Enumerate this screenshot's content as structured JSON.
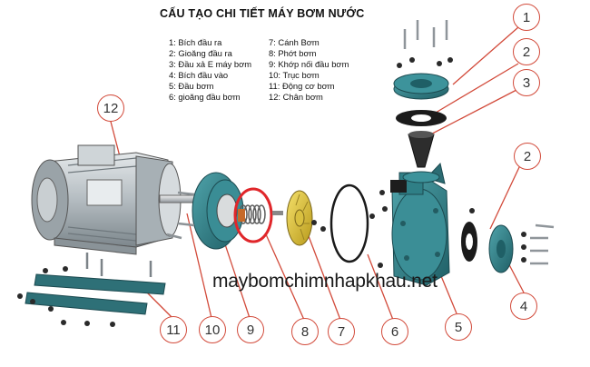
{
  "title": "CẤU TẠO CHI TIẾT MÁY BƠM NƯỚC",
  "legend": [
    "1: Bích đầu ra",
    "2: Gioăng đầu ra",
    "3: Đầu xả E máy bơm",
    "4: Bích đầu vào",
    "5: Đầu bơm",
    "6: gioăng đầu bơm",
    "7: Cánh Bơm",
    "8:  Phớt bơm",
    "9: Khớp nối đầu bơm",
    "10: Trục bơm",
    "11: Động cơ bơm",
    "12: Chân bơm"
  ],
  "callouts": [
    "1",
    "2",
    "3",
    "2",
    "4",
    "5",
    "6",
    "7",
    "8",
    "9",
    "10",
    "11",
    "12"
  ],
  "watermark": "maybomchimnhapkhau.net",
  "colors": {
    "pump_teal": "#2f7f86",
    "motor_grey": "#b9c0c4",
    "impeller_yellow": "#e3c838",
    "callout_red": "#d24a3a",
    "seal_highlight": "#e0262a"
  }
}
